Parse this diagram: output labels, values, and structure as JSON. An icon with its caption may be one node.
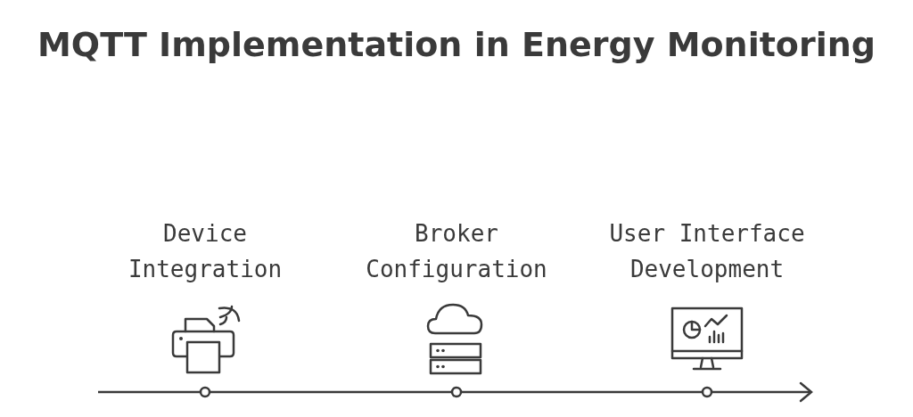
{
  "diagram": {
    "title": "MQTT Implementation in Energy Monitoring",
    "labels": [
      "Device Integration",
      "Broker Configuration",
      "User Interface Development"
    ]
  }
}
